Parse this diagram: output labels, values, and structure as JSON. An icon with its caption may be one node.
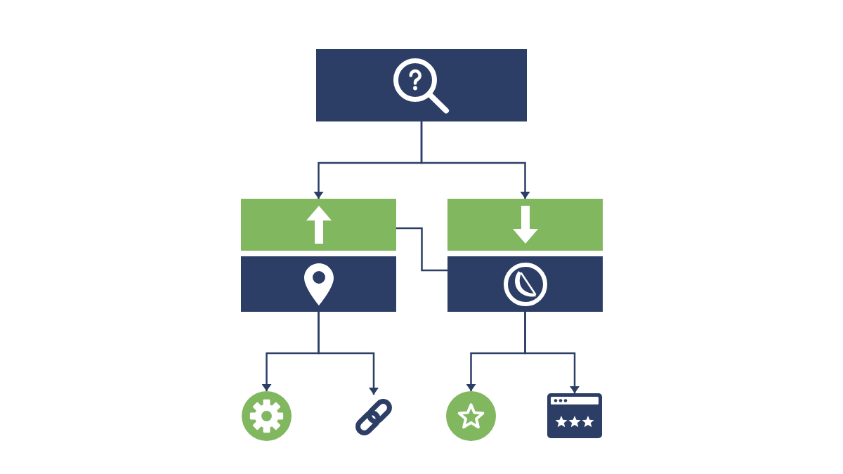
{
  "diagram": {
    "nodes": [
      {
        "text": [],
        "shape": "box"
      },
      {
        "text": [],
        "shape": "box"
      },
      {
        "text": [],
        "shape": "box"
      },
      {
        "text": [],
        "shape": "box"
      },
      {
        "text": [],
        "shape": "box"
      },
      {
        "text": [],
        "shape": "circle"
      },
      {
        "text": [],
        "shape": "picture"
      },
      {
        "text": [],
        "shape": "circle"
      },
      {
        "text": [],
        "shape": "picture"
      }
    ],
    "edges": [
      {
        "from": 0,
        "to": 1,
        "arrow": "to"
      },
      {
        "from": 0,
        "to": 3,
        "arrow": "to"
      },
      {
        "from": 1,
        "to": 4,
        "arrow": "none"
      },
      {
        "from": 2,
        "to": 5,
        "arrow": "to"
      },
      {
        "from": 2,
        "to": 6,
        "arrow": "to"
      },
      {
        "from": 4,
        "to": 7,
        "arrow": "to"
      },
      {
        "from": 4,
        "to": 8,
        "arrow": "to"
      }
    ]
  }
}
